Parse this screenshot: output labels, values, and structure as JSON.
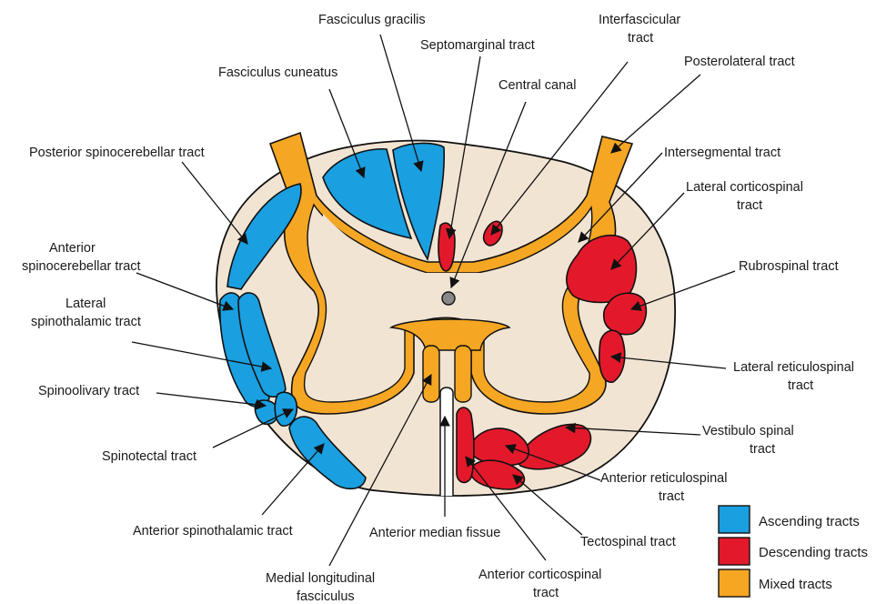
{
  "colors": {
    "ascending": "#1a9fe0",
    "descending": "#e3192b",
    "mixed": "#f5a623",
    "cord": "#f2e4d3",
    "outline": "#111111"
  },
  "labels": {
    "fasciculus_gracilis": [
      "Fasciculus gracilis"
    ],
    "septomarginal": [
      "Septomarginal tract"
    ],
    "interfascicular": [
      "Interfascicular",
      "tract"
    ],
    "fasciculus_cuneatus": [
      "Fasciculus cuneatus"
    ],
    "central_canal": [
      "Central canal"
    ],
    "posterolateral": [
      "Posterolateral tract"
    ],
    "posterior_spinocerebellar": [
      "Posterior spinocerebellar tract"
    ],
    "intersegmental": [
      "Intersegmental tract"
    ],
    "lateral_corticospinal": [
      "Lateral corticospinal",
      "tract"
    ],
    "anterior_spinocerebellar": [
      "Anterior",
      "spinocerebellar tract"
    ],
    "rubrospinal": [
      "Rubrospinal tract"
    ],
    "lateral_spinothalamic": [
      "Lateral",
      "spinothalamic tract"
    ],
    "lateral_reticulospinal": [
      "Lateral reticulospinal",
      "tract"
    ],
    "spinoolivary": [
      "Spinoolivary tract"
    ],
    "vestibulo_spinal": [
      "Vestibulo spinal",
      "tract"
    ],
    "spinotectal": [
      "Spinotectal tract"
    ],
    "anterior_reticulospinal": [
      "Anterior reticulospinal",
      "tract"
    ],
    "anterior_spinothalamic": [
      "Anterior spinothalamic tract"
    ],
    "anterior_median_fissue": [
      "Anterior median fissue"
    ],
    "tectospinal": [
      "Tectospinal tract"
    ],
    "medial_longitudinal": [
      "Medial longitudinal",
      "fasciculus"
    ],
    "anterior_corticospinal": [
      "Anterior corticospinal",
      "tract"
    ]
  },
  "legend": [
    {
      "label": "Ascending tracts",
      "color_key": "ascending"
    },
    {
      "label": "Descending tracts",
      "color_key": "descending"
    },
    {
      "label": "Mixed tracts",
      "color_key": "mixed"
    }
  ]
}
